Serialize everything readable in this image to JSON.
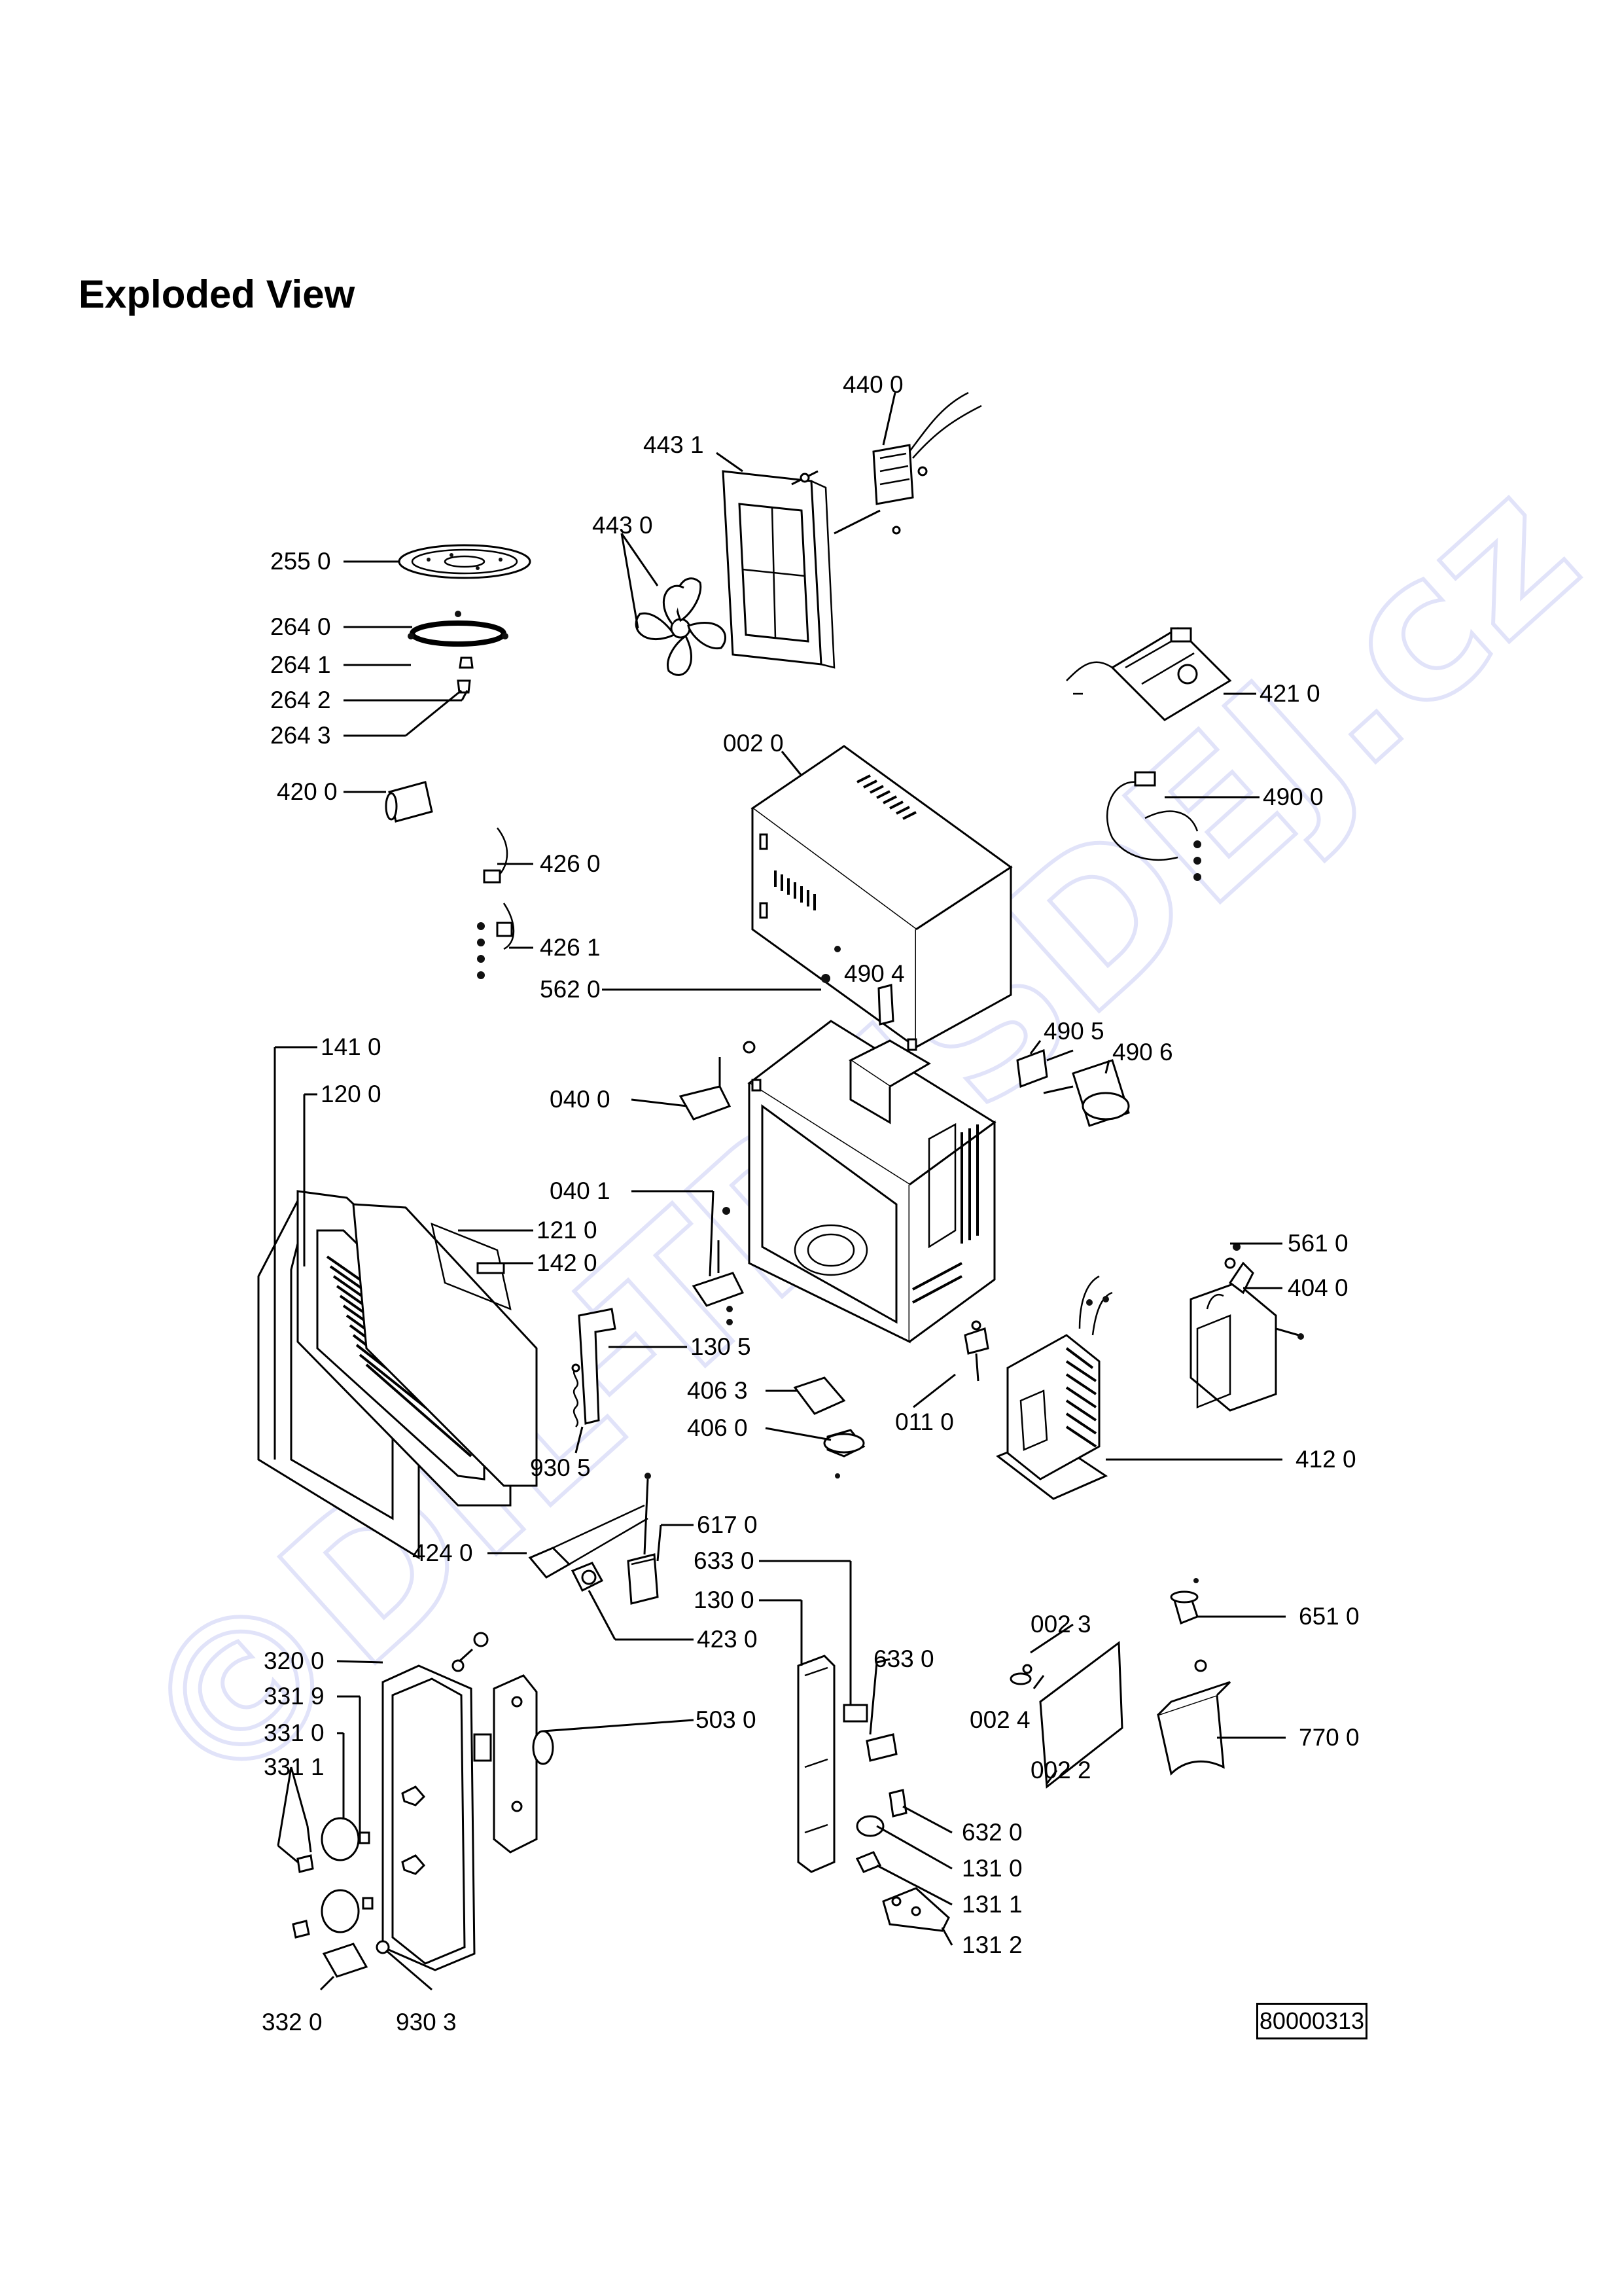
{
  "page": {
    "title": "Exploded View",
    "doc_number": "80000313"
  },
  "watermark": {
    "text": "©DIL-TRESDEJ.cz",
    "color": "#c5c8f5"
  },
  "parts": {
    "p4400": "440 0",
    "p4431": "443 1",
    "p4430": "443 0",
    "p2550": "255 0",
    "p2640": "264 0",
    "p2641": "264 1",
    "p2642": "264 2",
    "p2643": "264 3",
    "p4210": "421 0",
    "p0020": "002 0",
    "p4200": "420 0",
    "p4900": "490 0",
    "p4260": "426 0",
    "p4261": "426 1",
    "p5620": "562 0",
    "p4904": "490 4",
    "p4905": "490 5",
    "p4906": "490 6",
    "p1410": "141 0",
    "p1200": "120 0",
    "p0400": "040 0",
    "p0401": "040 1",
    "p1210": "121 0",
    "p1420": "142 0",
    "p5610": "561 0",
    "p4040": "404 0",
    "p1305": "130 5",
    "p4063": "406 3",
    "p4060": "406 0",
    "p0110": "011 0",
    "p9305": "930 5",
    "p4120": "412 0",
    "p6170": "617 0",
    "p4240": "424 0",
    "p6330a": "633 0",
    "p1300": "130 0",
    "p4230": "423 0",
    "p6510": "651 0",
    "p0023": "002 3",
    "p3200": "320 0",
    "p3319": "331 9",
    "p6330b": "633 0",
    "p3310": "331 0",
    "p5030": "503 0",
    "p0024": "002 4",
    "p7700": "770 0",
    "p3311": "331 1",
    "p0022": "002 2",
    "p6320": "632 0",
    "p1310": "131 0",
    "p1311": "131 1",
    "p1312": "131 2",
    "p3320": "332 0",
    "p9303": "930 3"
  }
}
